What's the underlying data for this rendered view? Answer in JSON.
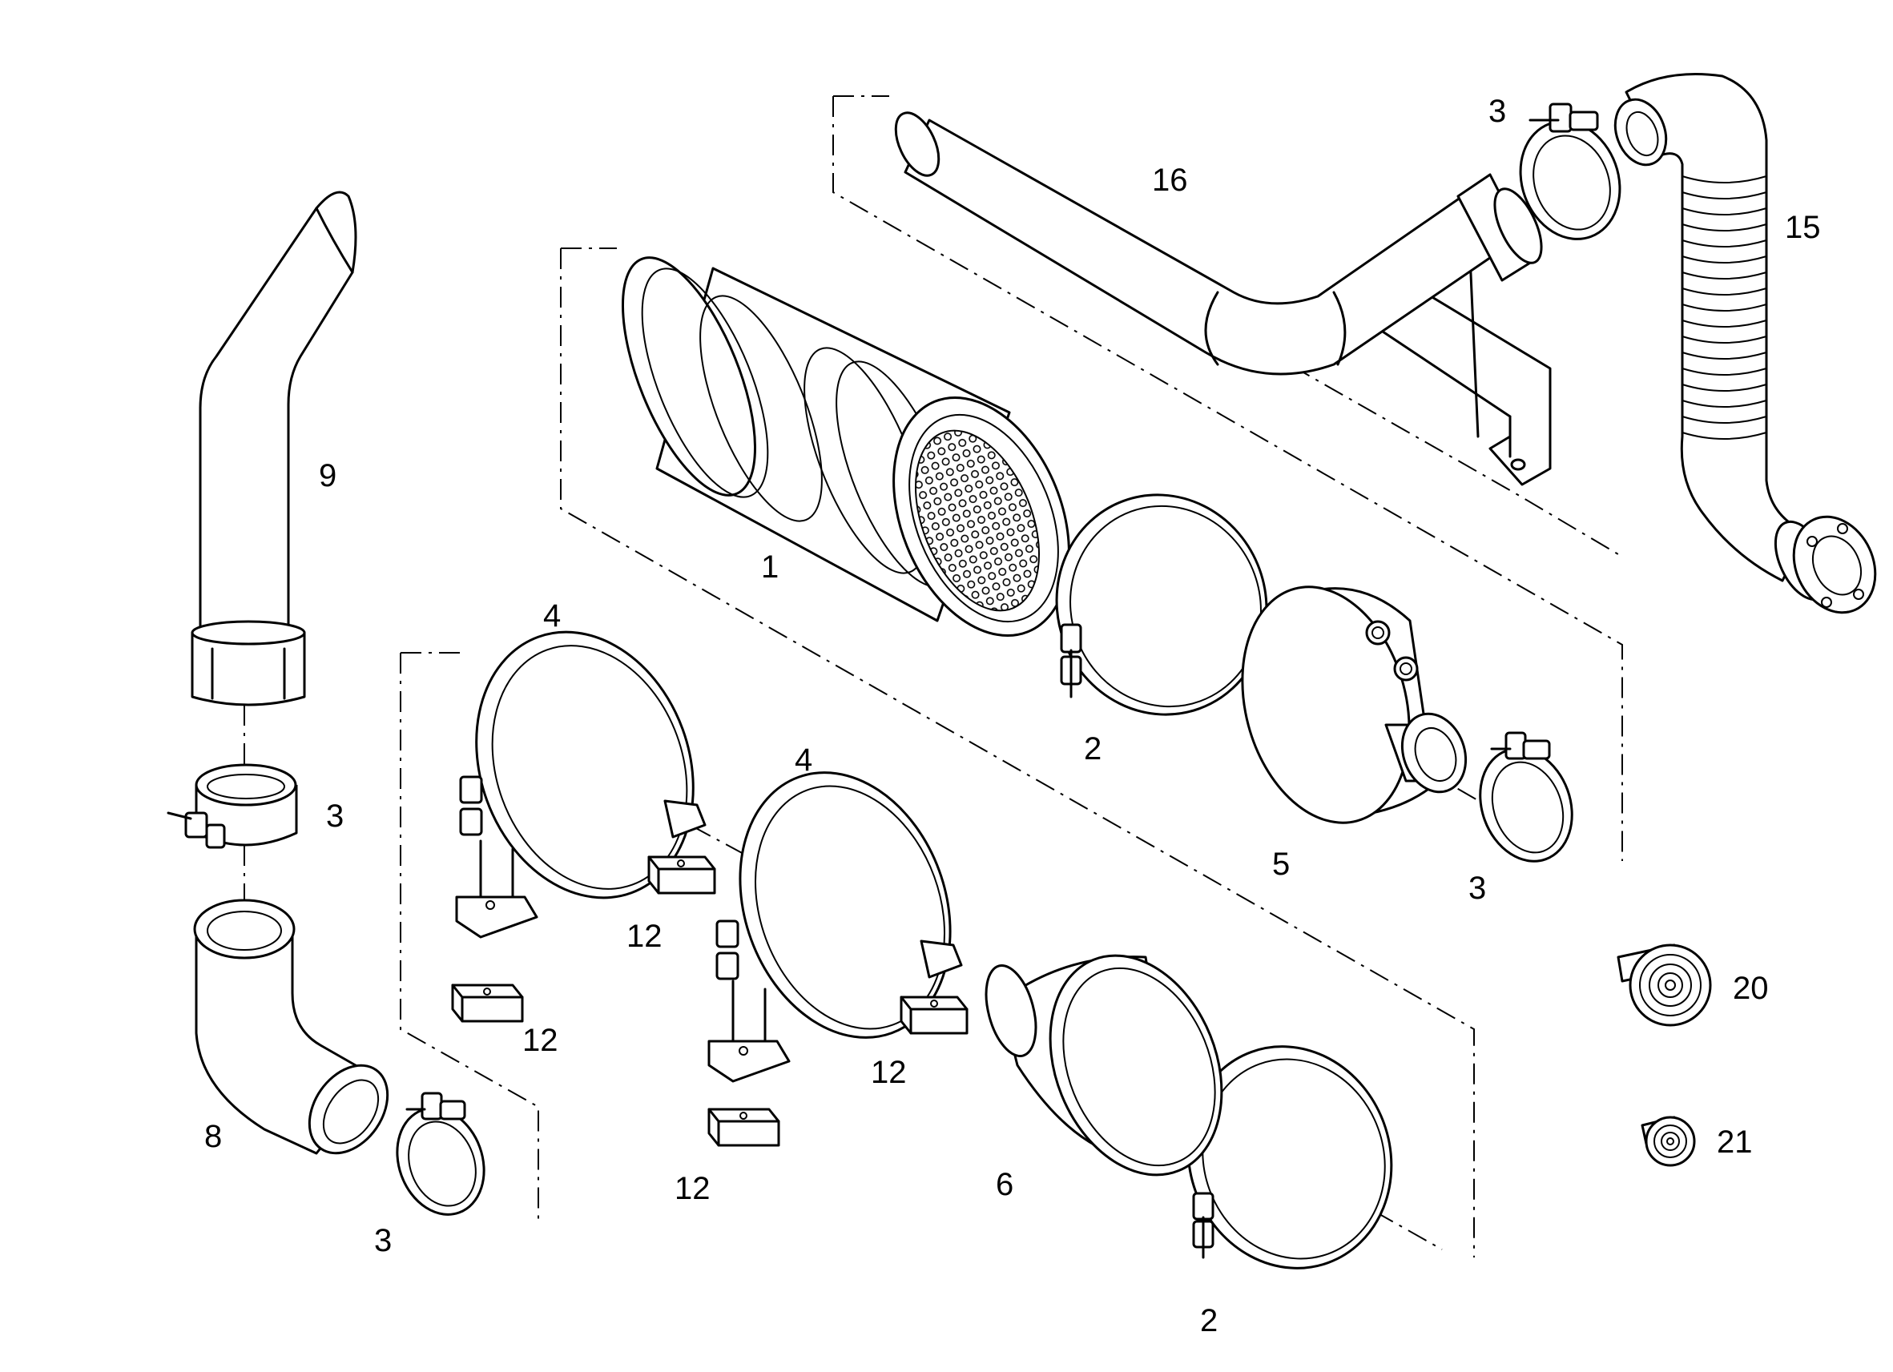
{
  "callouts": [
    {
      "id": "c16",
      "text": "16"
    },
    {
      "id": "c3a",
      "text": "3"
    },
    {
      "id": "c15",
      "text": "15"
    },
    {
      "id": "c9",
      "text": "9"
    },
    {
      "id": "c1",
      "text": "1"
    },
    {
      "id": "c4a",
      "text": "4"
    },
    {
      "id": "c2a",
      "text": "2"
    },
    {
      "id": "c3b",
      "text": "3"
    },
    {
      "id": "c4b",
      "text": "4"
    },
    {
      "id": "c5",
      "text": "5"
    },
    {
      "id": "c3c",
      "text": "3"
    },
    {
      "id": "c12a",
      "text": "12"
    },
    {
      "id": "c12b",
      "text": "12"
    },
    {
      "id": "c12c",
      "text": "12"
    },
    {
      "id": "c20",
      "text": "20"
    },
    {
      "id": "c8",
      "text": "8"
    },
    {
      "id": "c21",
      "text": "21"
    },
    {
      "id": "c6",
      "text": "6"
    },
    {
      "id": "c12d",
      "text": "12"
    },
    {
      "id": "c3d",
      "text": "3"
    },
    {
      "id": "c2b",
      "text": "2"
    }
  ]
}
